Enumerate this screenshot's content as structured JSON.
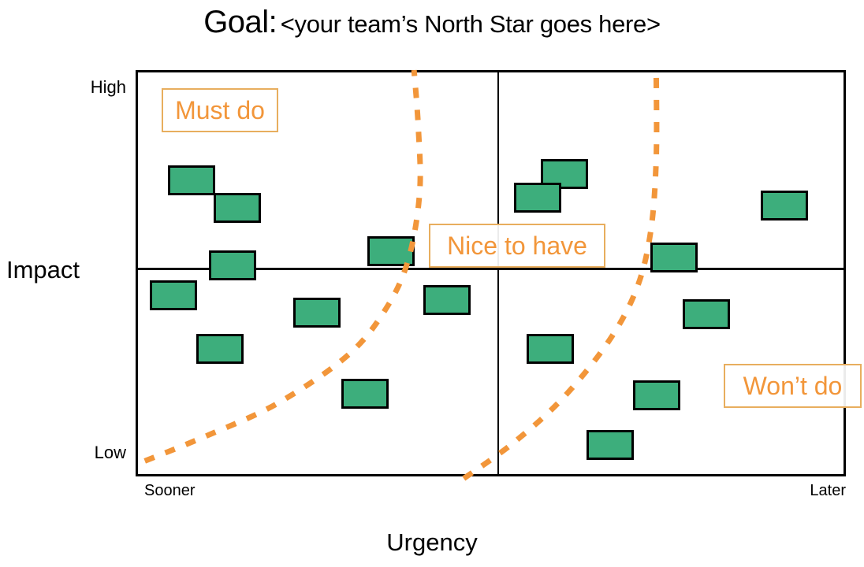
{
  "title": {
    "goal_label": "Goal:",
    "subject": "<your team’s North Star goes here>"
  },
  "axes": {
    "y_label": "Impact",
    "y_high": "High",
    "y_low": "Low",
    "x_label": "Urgency",
    "x_left": "Sooner",
    "x_right": "Later"
  },
  "quadrants": [
    {
      "key": "must_do",
      "label": "Must do"
    },
    {
      "key": "nice_to_have",
      "label": "Nice to have"
    },
    {
      "key": "wont_do",
      "label": "Won’t do"
    }
  ],
  "colors": {
    "item_fill": "#3DAE7C",
    "item_border": "#000000",
    "accent_orange": "#F2963A",
    "label_border": "#E8AE5E",
    "axis": "#000000",
    "background": "#FFFFFF"
  },
  "chart_data": {
    "type": "scatter",
    "title": "Goal: <your team’s North Star goes here>",
    "xlabel": "Urgency",
    "ylabel": "Impact",
    "xlim": [
      0,
      1
    ],
    "ylim": [
      0,
      1
    ],
    "x_tick_labels": [
      "Sooner",
      "Later"
    ],
    "y_tick_labels": [
      "Low",
      "High"
    ],
    "grid": false,
    "legend": "none",
    "marker": "rectangle",
    "quadrant_dividers": {
      "x": 0.51,
      "y": 0.52
    },
    "annotations": [
      {
        "text": "Must do",
        "x": 0.12,
        "y": 0.9
      },
      {
        "text": "Nice to have",
        "x": 0.56,
        "y": 0.58
      },
      {
        "text": "Won’t do",
        "x": 0.92,
        "y": 0.24
      }
    ],
    "boundary_curves": [
      {
        "name": "must-do boundary",
        "style": "dashed",
        "color": "#F2963A",
        "points": [
          [
            0.013,
            0.038
          ],
          [
            0.1,
            0.1
          ],
          [
            0.2,
            0.18
          ],
          [
            0.3,
            0.3
          ],
          [
            0.355,
            0.42
          ],
          [
            0.385,
            0.54
          ],
          [
            0.4,
            0.7
          ],
          [
            0.398,
            0.86
          ],
          [
            0.392,
            1.0
          ]
        ]
      },
      {
        "name": "nice-to-have boundary",
        "style": "dashed",
        "color": "#F2963A",
        "points": [
          [
            0.462,
            -0.005
          ],
          [
            0.53,
            0.08
          ],
          [
            0.6,
            0.19
          ],
          [
            0.665,
            0.33
          ],
          [
            0.705,
            0.46
          ],
          [
            0.725,
            0.6
          ],
          [
            0.733,
            0.78
          ],
          [
            0.733,
            1.0
          ]
        ]
      }
    ],
    "items": [
      {
        "id": 1,
        "quadrant": "must_do",
        "x": 0.075,
        "y": 0.735
      },
      {
        "id": 2,
        "quadrant": "must_do",
        "x": 0.14,
        "y": 0.667
      },
      {
        "id": 3,
        "quadrant": "must_do",
        "x": 0.133,
        "y": 0.525
      },
      {
        "id": 4,
        "quadrant": "must_do",
        "x": 0.356,
        "y": 0.56
      },
      {
        "id": 5,
        "quadrant": "nice_to_have",
        "x": 0.6,
        "y": 0.75
      },
      {
        "id": 6,
        "quadrant": "nice_to_have",
        "x": 0.563,
        "y": 0.692
      },
      {
        "id": 7,
        "quadrant": "nice_to_have",
        "x": 0.91,
        "y": 0.672
      },
      {
        "id": 8,
        "quadrant": "nice_to_have",
        "x": 0.755,
        "y": 0.545
      },
      {
        "id": 9,
        "quadrant": "wont_do_low",
        "x": 0.05,
        "y": 0.452
      },
      {
        "id": 10,
        "quadrant": "wont_do_low",
        "x": 0.252,
        "y": 0.408
      },
      {
        "id": 11,
        "quadrant": "wont_do_low",
        "x": 0.435,
        "y": 0.44
      },
      {
        "id": 12,
        "quadrant": "wont_do_low",
        "x": 0.115,
        "y": 0.32
      },
      {
        "id": 13,
        "quadrant": "wont_do_low",
        "x": 0.32,
        "y": 0.21
      },
      {
        "id": 14,
        "quadrant": "wont_do",
        "x": 0.8,
        "y": 0.405
      },
      {
        "id": 15,
        "quadrant": "wont_do",
        "x": 0.58,
        "y": 0.32
      },
      {
        "id": 16,
        "quadrant": "wont_do",
        "x": 0.73,
        "y": 0.205
      },
      {
        "id": 17,
        "quadrant": "wont_do",
        "x": 0.665,
        "y": 0.083
      }
    ]
  }
}
